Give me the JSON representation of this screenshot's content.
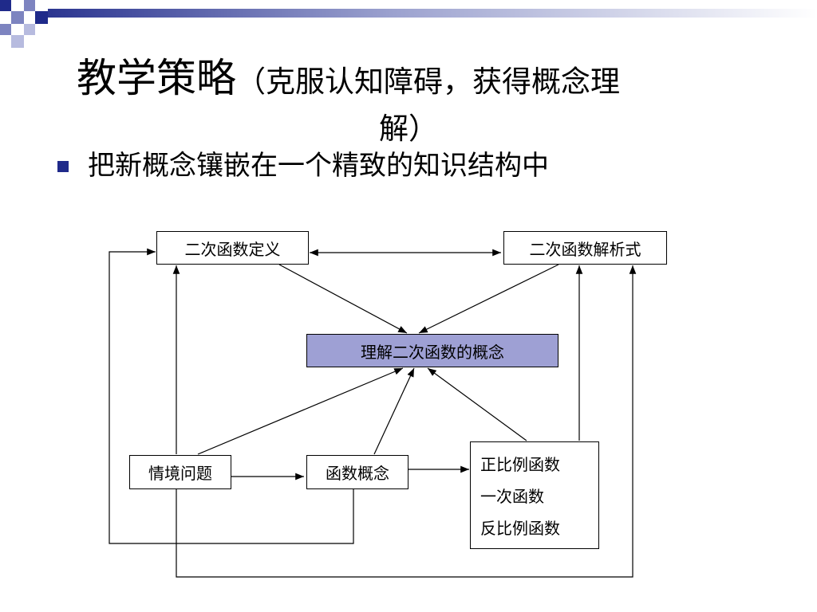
{
  "slide": {
    "title_main": "教学策略",
    "title_paren_open": "（克服认知障碍，获得概念理",
    "title_paren_close": "解）",
    "bullet": "把新概念镶嵌在一个精致的知识结构中"
  },
  "diagram": {
    "definition": "二次函数定义",
    "analytic": "二次函数解析式",
    "center": "理解二次函数的概念",
    "situation": "情境问题",
    "function_concept": "函数概念",
    "functions": [
      "正比例函数",
      "一次函数",
      "反比例函数"
    ]
  },
  "colors": {
    "center_fill": "#9ea0d4",
    "bullet": "#1f2a8a",
    "band": "#1f2a8a"
  },
  "icons": [
    "square-bullet-icon"
  ]
}
